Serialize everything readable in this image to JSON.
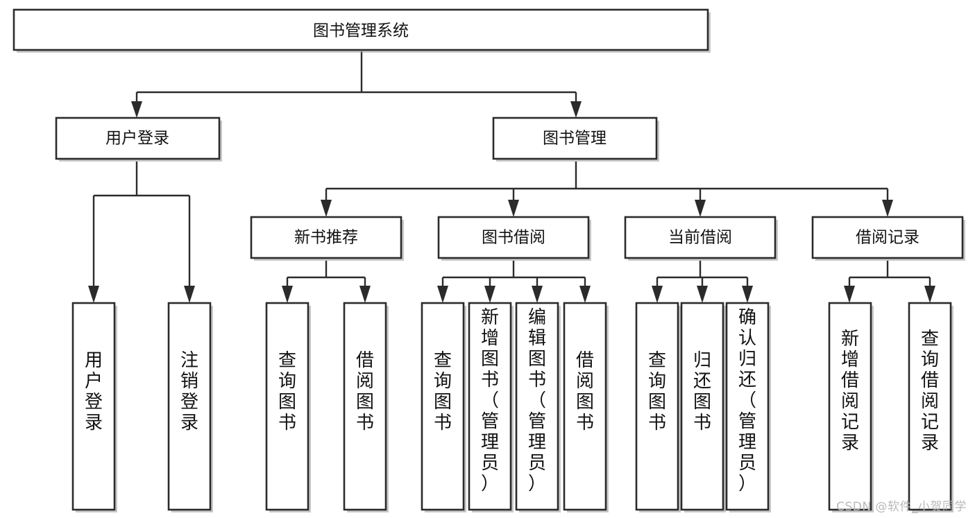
{
  "diagram": {
    "type": "tree-hierarchy",
    "title": "图书管理系统",
    "watermark": "CSDN @软件_小贺同学",
    "colors": {
      "stroke": "#2b2b2b",
      "fill": "#ffffff",
      "text": "#111111",
      "watermark": "#b9b9b9"
    },
    "levels": {
      "level0": [
        {
          "id": "root",
          "label": "图书管理系统",
          "orientation": "horizontal"
        }
      ],
      "level1": [
        {
          "id": "user-login",
          "label": "用户登录",
          "orientation": "horizontal"
        },
        {
          "id": "book-manage",
          "label": "图书管理",
          "orientation": "horizontal"
        }
      ],
      "level2": [
        {
          "id": "new-book-rec",
          "label": "新书推荐",
          "orientation": "horizontal"
        },
        {
          "id": "book-borrow",
          "label": "图书借阅",
          "orientation": "horizontal"
        },
        {
          "id": "current-borrow",
          "label": "当前借阅",
          "orientation": "horizontal"
        },
        {
          "id": "borrow-record",
          "label": "借阅记录",
          "orientation": "horizontal"
        }
      ],
      "level3": [
        {
          "id": "leaf-user-login",
          "label": "用户登录",
          "orientation": "vertical",
          "parent": "user-login"
        },
        {
          "id": "leaf-logout",
          "label": "注销登录",
          "orientation": "vertical",
          "parent": "user-login"
        },
        {
          "id": "leaf-query-book-1",
          "label": "查询图书",
          "orientation": "vertical",
          "parent": "new-book-rec"
        },
        {
          "id": "leaf-borrow-book-1",
          "label": "借阅图书",
          "orientation": "vertical",
          "parent": "new-book-rec"
        },
        {
          "id": "leaf-query-book-2",
          "label": "查询图书",
          "orientation": "vertical",
          "parent": "book-borrow"
        },
        {
          "id": "leaf-add-book",
          "label": "新增图书（管理员）",
          "orientation": "vertical",
          "parent": "book-borrow"
        },
        {
          "id": "leaf-edit-book",
          "label": "编辑图书（管理员）",
          "orientation": "vertical",
          "parent": "book-borrow"
        },
        {
          "id": "leaf-borrow-book-2",
          "label": "借阅图书",
          "orientation": "vertical",
          "parent": "book-borrow"
        },
        {
          "id": "leaf-query-book-3",
          "label": "查询图书",
          "orientation": "vertical",
          "parent": "current-borrow"
        },
        {
          "id": "leaf-return-book",
          "label": "归还图书",
          "orientation": "vertical",
          "parent": "current-borrow"
        },
        {
          "id": "leaf-confirm-return",
          "label": "确认归还（管理员）",
          "orientation": "vertical",
          "parent": "current-borrow"
        },
        {
          "id": "leaf-add-record",
          "label": "新增借阅记录",
          "orientation": "vertical",
          "parent": "borrow-record"
        },
        {
          "id": "leaf-query-record",
          "label": "查询借阅记录",
          "orientation": "vertical",
          "parent": "borrow-record"
        }
      ]
    }
  }
}
